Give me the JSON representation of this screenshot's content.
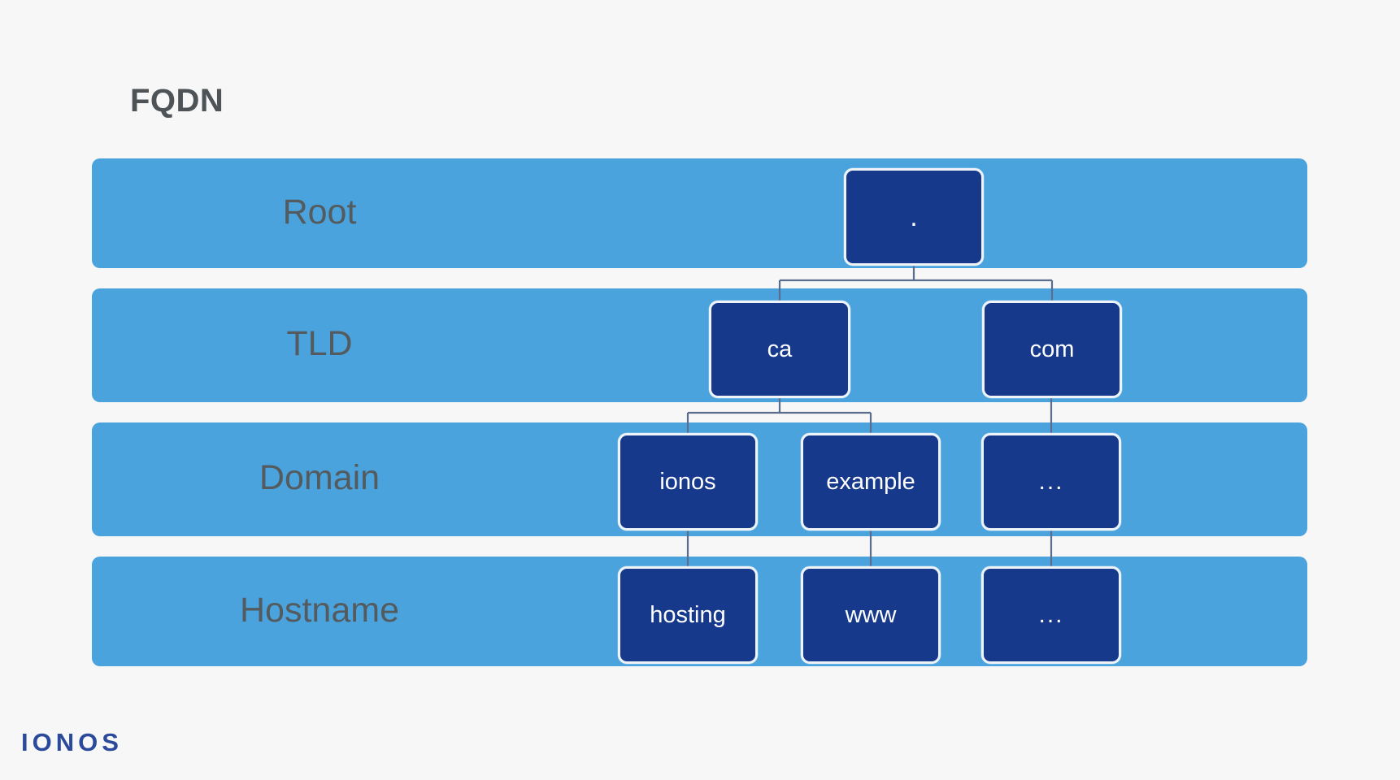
{
  "title": "FQDN",
  "brand": "IONOS",
  "colors": {
    "background": "#f7f7f7",
    "band": "#4ba3dd",
    "node_fill": "#16398b",
    "node_border": "#eef3f8",
    "node_text": "#ffffff",
    "tier_label_text": "#545b5e",
    "title_text": "#4d5356",
    "connector": "#5b6d8e",
    "brand_text": "#2b4a9b"
  },
  "tiers": [
    {
      "id": "root",
      "label": "Root"
    },
    {
      "id": "tld",
      "label": "TLD"
    },
    {
      "id": "domain",
      "label": "Domain"
    },
    {
      "id": "hostname",
      "label": "Hostname"
    }
  ],
  "nodes": {
    "root": {
      "label": ".",
      "tier": "root"
    },
    "ca": {
      "label": "ca",
      "tier": "tld"
    },
    "com": {
      "label": "com",
      "tier": "tld"
    },
    "ionos": {
      "label": "ionos",
      "tier": "domain"
    },
    "example": {
      "label": "example",
      "tier": "domain"
    },
    "dots_dom": {
      "label": "...",
      "tier": "domain"
    },
    "hosting": {
      "label": "hosting",
      "tier": "hostname"
    },
    "www": {
      "label": "www",
      "tier": "hostname"
    },
    "dots_host": {
      "label": "...",
      "tier": "hostname"
    }
  },
  "edges": [
    {
      "from": "root",
      "to": "ca"
    },
    {
      "from": "root",
      "to": "com"
    },
    {
      "from": "ca",
      "to": "ionos"
    },
    {
      "from": "ca",
      "to": "example"
    },
    {
      "from": "com",
      "to": "dots_dom"
    },
    {
      "from": "ionos",
      "to": "hosting"
    },
    {
      "from": "example",
      "to": "www"
    },
    {
      "from": "dots_dom",
      "to": "dots_host"
    }
  ]
}
